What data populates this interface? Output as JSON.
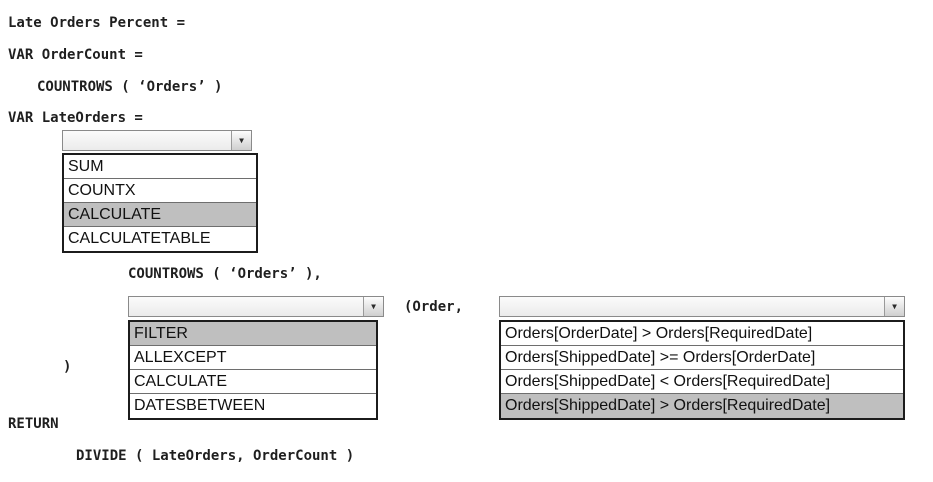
{
  "code_lines": {
    "title": "Late Orders Percent =",
    "var_ordercount": "VAR OrderCount =",
    "countrows_orders": "COUNTROWS ( ‘Orders’ )",
    "var_lateorders": "VAR LateOrders =",
    "countrows_orders_comma": "COUNTROWS ( ‘Orders’ ),",
    "open_order": "(Order,",
    "close_paren": ")",
    "return_keyword": "RETURN",
    "divide": "DIVIDE ( LateOrders, OrderCount )"
  },
  "icons": {
    "dropdown_arrow": "▼"
  },
  "dropdowns": {
    "aggregation": {
      "value": "",
      "options": [
        "SUM",
        "COUNTX",
        "CALCULATE",
        "CALCULATETABLE"
      ],
      "selected_index": 2,
      "selected": "CALCULATE"
    },
    "filter_function": {
      "value": "",
      "options": [
        "FILTER",
        "ALLEXCEPT",
        "CALCULATE",
        "DATESBETWEEN"
      ],
      "selected_index": 0,
      "selected": "FILTER"
    },
    "condition": {
      "value": "",
      "options": [
        "Orders[OrderDate] > Orders[RequiredDate]",
        "Orders[ShippedDate] >= Orders[OrderDate]",
        "Orders[ShippedDate] < Orders[RequiredDate]",
        "Orders[ShippedDate] > Orders[RequiredDate]"
      ],
      "selected_index": 3,
      "selected": "Orders[ShippedDate] > Orders[RequiredDate]"
    }
  },
  "colors": {
    "highlight": "#bfbfbf",
    "list_border": "#1c1c1c",
    "code_text": "#1f1f1f",
    "background": "#ffffff"
  }
}
